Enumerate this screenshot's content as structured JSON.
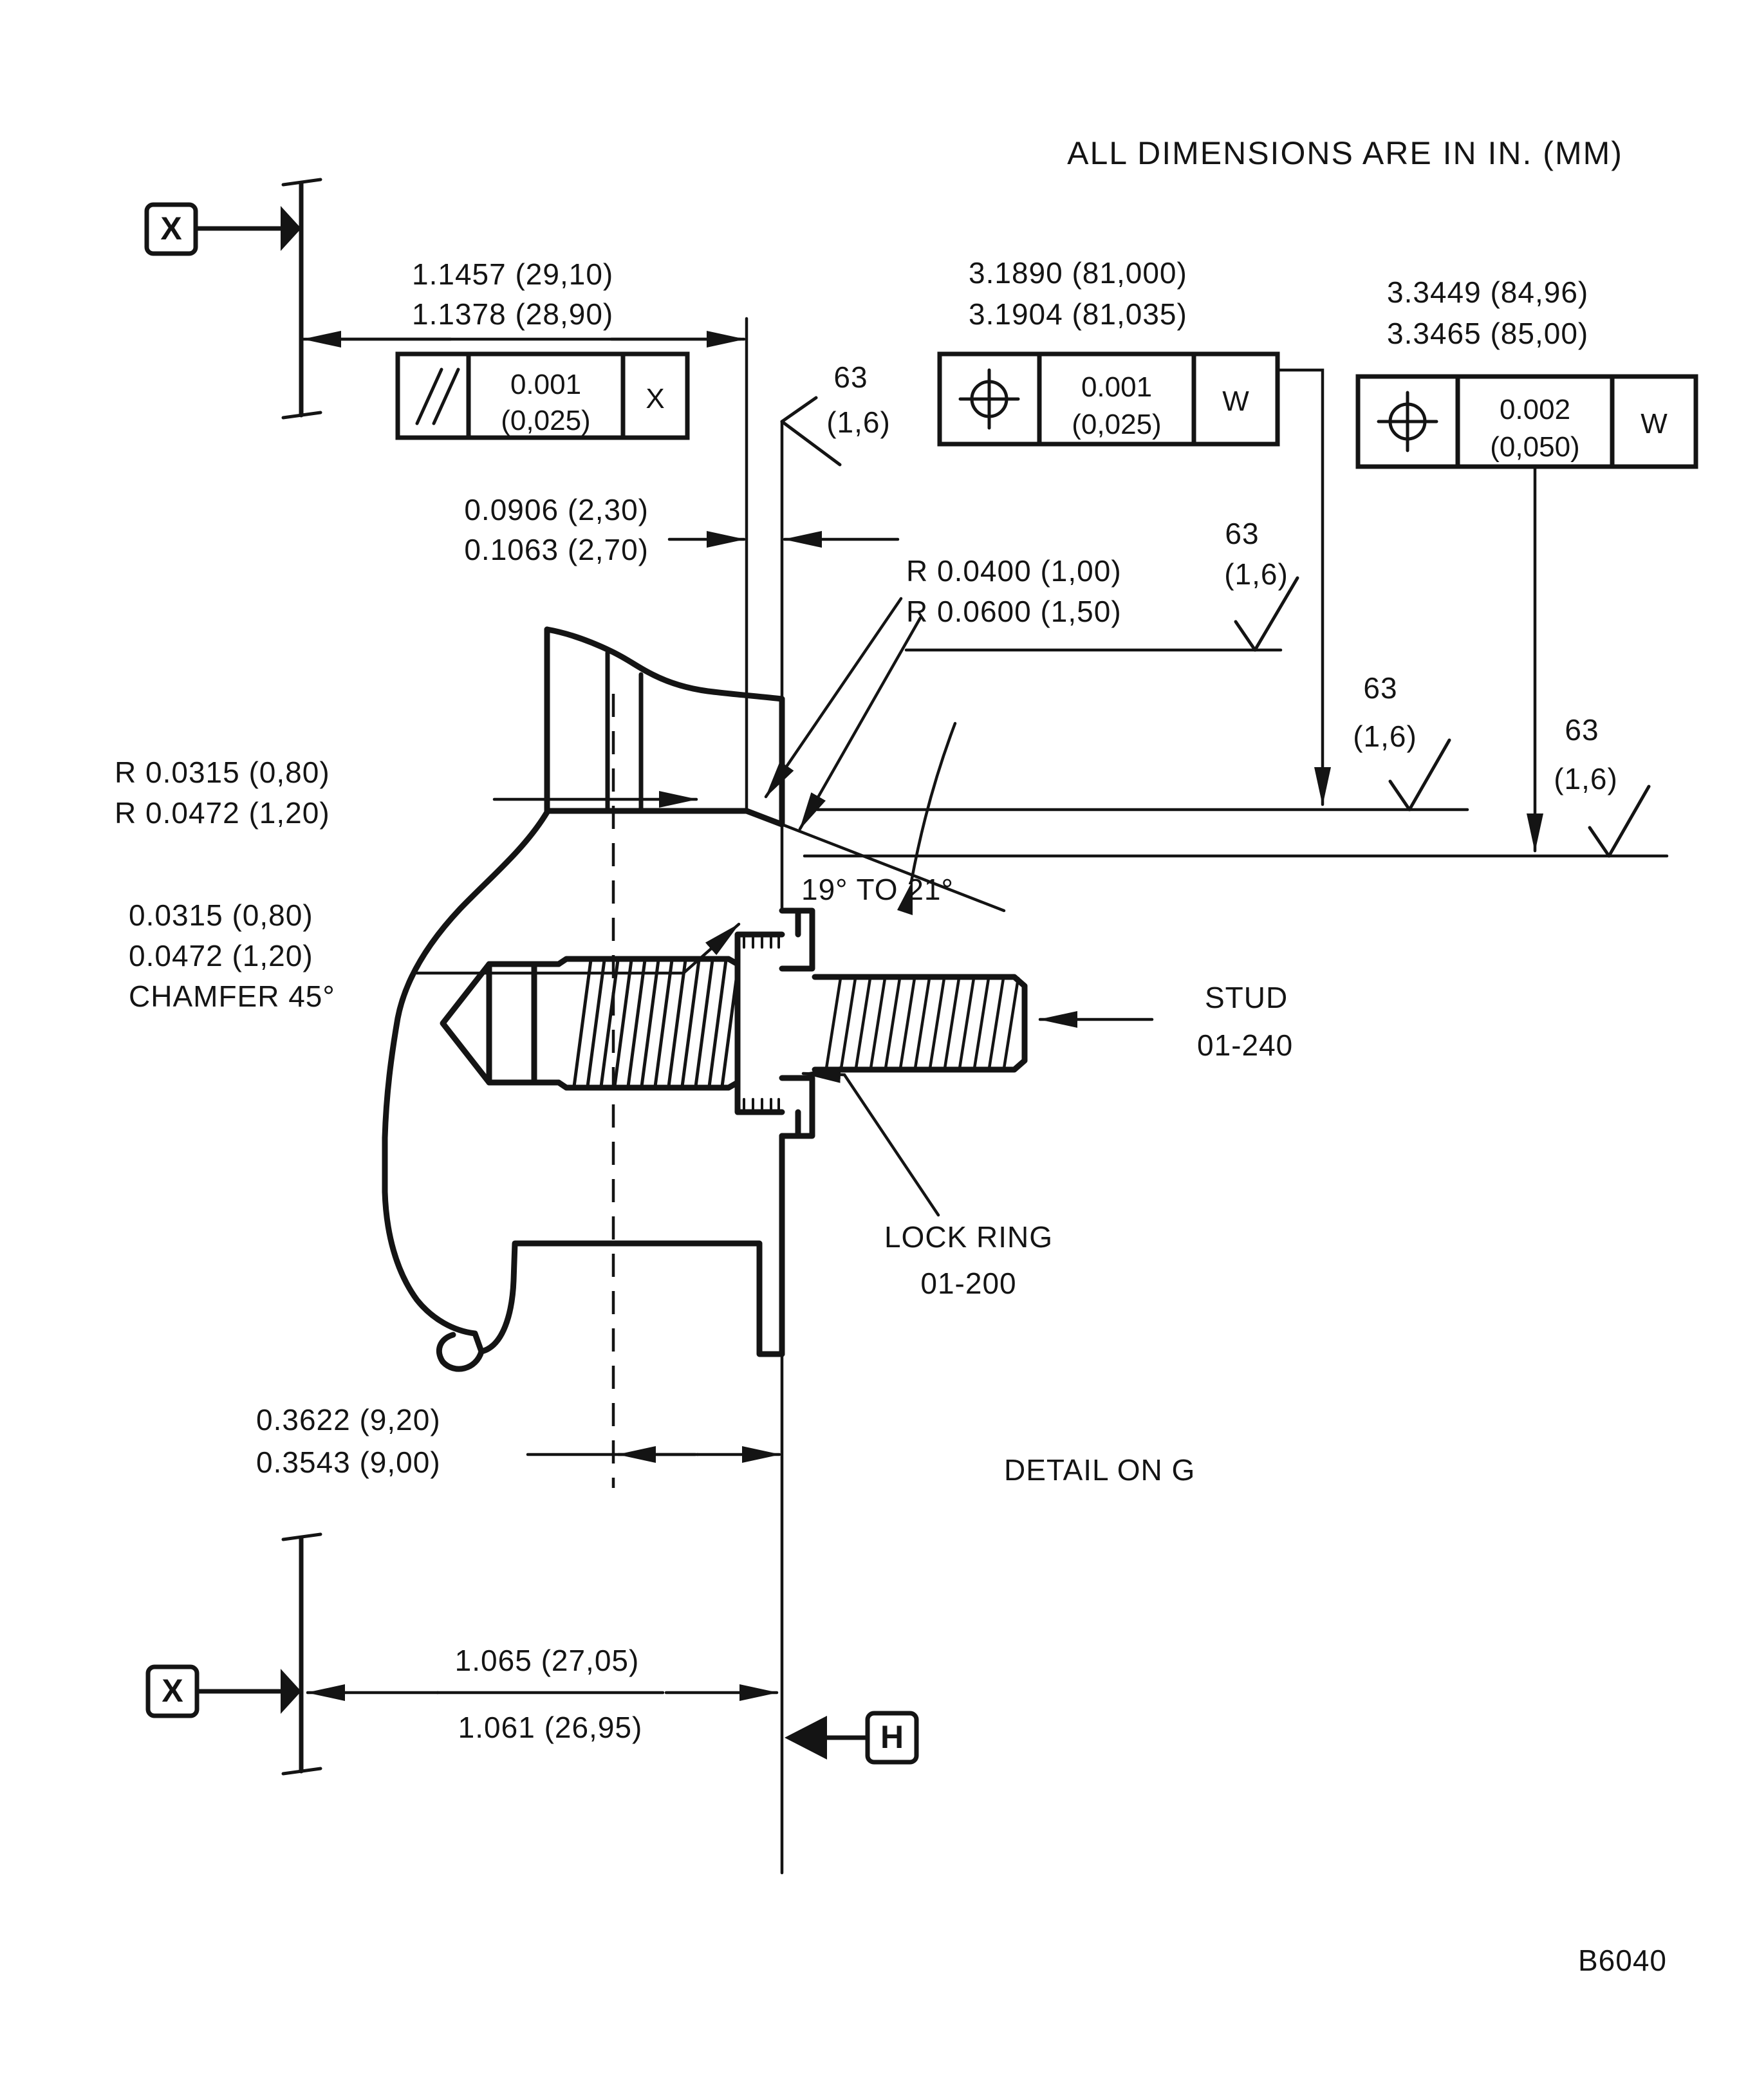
{
  "title": "ALL DIMENSIONS ARE IN IN. (MM)",
  "drawing_number": "B6040",
  "datum_labels": {
    "x": "X",
    "h": "H"
  },
  "surface_finish": {
    "value": "63",
    "metric": "(1,6)"
  },
  "dimensions": {
    "hub_width": {
      "line1": "1.1457 (29,10)",
      "line2": "1.1378 (28,90)"
    },
    "seat_protrusion": {
      "line1": "0.0906 (2,30)",
      "line2": "0.1063 (2,70)"
    },
    "bore_diameter": {
      "line1": "3.1890 (81,000)",
      "line2": "3.1904 (81,035)"
    },
    "pilot_diameter": {
      "line1": "3.3449 (84,96)",
      "line2": "3.3465 (85,00)"
    },
    "taper_radius": {
      "line1": "R 0.0400 (1,00)",
      "line2": "R 0.0600 (1,50)"
    },
    "fillet_radius": {
      "line1": "R 0.0315 (0,80)",
      "line2": "R 0.0472 (1,20)"
    },
    "chamfer": {
      "line1": "0.0315 (0,80)",
      "line2": "0.0472 (1,20)",
      "line3": "CHAMFER 45°"
    },
    "seat_angle": "19° TO 21°",
    "face_offset": {
      "line1": "0.3622 (9,20)",
      "line2": "0.3543 (9,00)"
    },
    "flange_thickness": {
      "line1": "1.065 (27,05)",
      "line2": "1.061 (26,95)"
    }
  },
  "tolerances": {
    "parallelism": {
      "value": "0.001",
      "metric": "(0,025)",
      "datum": "X"
    },
    "position_bore": {
      "value": "0.001",
      "metric": "(0,025)",
      "datum": "W"
    },
    "position_pilot": {
      "value": "0.002",
      "metric": "(0,050)",
      "datum": "W"
    }
  },
  "part_labels": {
    "stud": {
      "line1": "STUD",
      "line2": "01-240"
    },
    "lock_ring": {
      "line1": "LOCK RING",
      "line2": "01-200"
    },
    "detail_note": "DETAIL ON G"
  }
}
